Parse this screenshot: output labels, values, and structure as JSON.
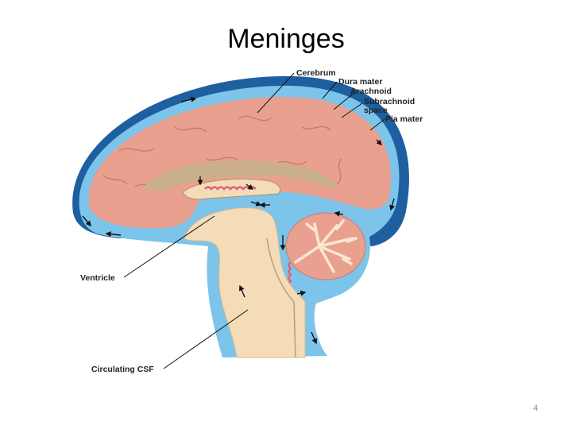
{
  "slide": {
    "title": "Meninges",
    "page_number": "4"
  },
  "diagram": {
    "labels": {
      "cerebrum": "Cerebrum",
      "dura_mater": "Dura mater",
      "arachnoid": "Arachnoid",
      "subarachnoid_line1": "Subrachnoid",
      "subarachnoid_line2": "space",
      "pia_mater": "Pia mater",
      "ventricle": "Ventricle",
      "circulating_csf": "Circulating CSF"
    },
    "colors": {
      "dura": "#1e5fa0",
      "csf": "#7cc4ea",
      "brain": "#e9a08f",
      "brainstem": "#f4dcb8",
      "white_matter": "#c9b08a",
      "choroid": "#e0607a"
    }
  }
}
